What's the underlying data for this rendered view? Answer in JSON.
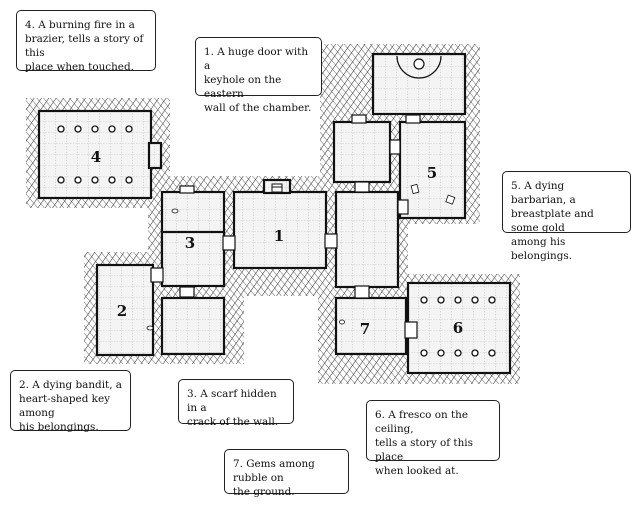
{
  "map": {
    "rooms": [
      {
        "id": "room-1",
        "label": "1"
      },
      {
        "id": "room-2",
        "label": "2"
      },
      {
        "id": "room-3",
        "label": "3"
      },
      {
        "id": "room-4",
        "label": "4"
      },
      {
        "id": "room-5",
        "label": "5"
      },
      {
        "id": "room-6",
        "label": "6"
      },
      {
        "id": "room-7",
        "label": "7"
      }
    ],
    "colors": {
      "floor": "#f4f4f4",
      "grid": "#9a9a9a",
      "wall": "#111111",
      "hatch": "#333333",
      "background": "#ffffff"
    },
    "icons": [
      "pillar-icon",
      "door-icon",
      "brazier-icon",
      "fresco-icon"
    ]
  },
  "notes": {
    "n1": "1. A huge door with a\nkeyhole on the eastern\nwall of the chamber.",
    "n2": "2. A dying bandit, a\nheart-shaped key among\nhis belongings.",
    "n3": "3. A scarf hidden in a\ncrack of the wall.",
    "n4": "4. A burning fire in a\nbrazier, tells a story of this\nplace when touched.",
    "n5": "5. A dying barbarian, a\nbreastplate and some gold\namong his belongings.",
    "n6": "6. A fresco on the ceiling,\ntells a story of this place\nwhen looked at.",
    "n7": "7. Gems among rubble on\nthe ground."
  }
}
